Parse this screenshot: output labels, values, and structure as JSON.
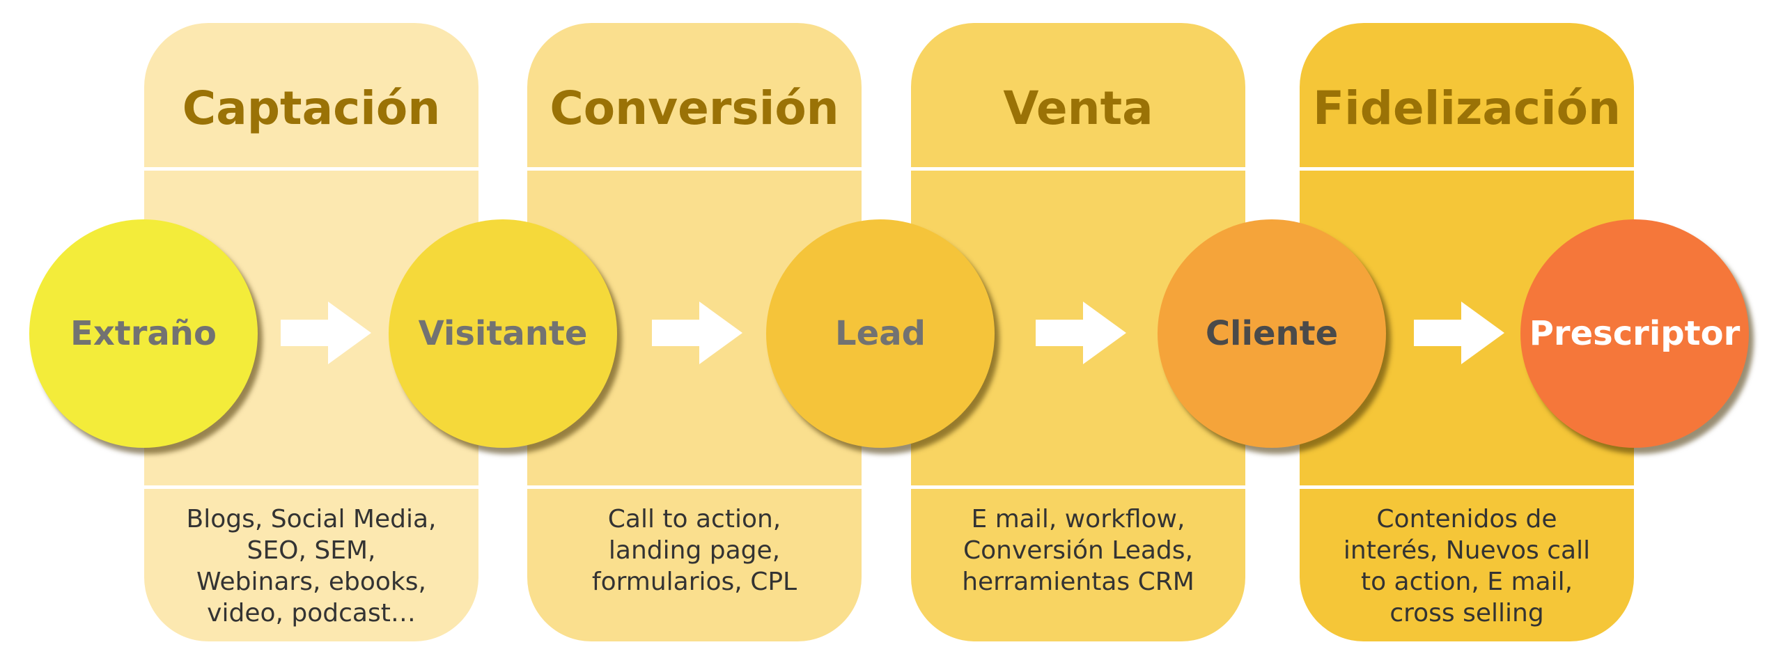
{
  "columns": [
    {
      "title": "Captación",
      "fill": "#fce8b0",
      "lines": [
        "Blogs, Social Media,",
        "SEO, SEM,",
        "Webinars, ebooks,",
        "video, podcast…"
      ]
    },
    {
      "title": "Conversión",
      "fill": "#fadf8e",
      "lines": [
        "Call to action,",
        "landing page,",
        "formularios, CPL"
      ]
    },
    {
      "title": "Venta",
      "fill": "#f8d462",
      "lines": [
        "E mail, workflow,",
        "Conversión Leads,",
        "herramientas CRM"
      ]
    },
    {
      "title": "Fidelización",
      "fill": "#f5c638",
      "lines": [
        "Contenidos de",
        "interés, Nuevos call",
        "to action, E mail,",
        "cross selling"
      ]
    }
  ],
  "stages": [
    {
      "label": "Extraño",
      "fill": "#f3ec3a",
      "text_color": "#727272"
    },
    {
      "label": "Visitante",
      "fill": "#f5d93a",
      "text_color": "#727272"
    },
    {
      "label": "Lead",
      "fill": "#f5c43a",
      "text_color": "#727272"
    },
    {
      "label": "Cliente",
      "fill": "#f5a43a",
      "text_color": "#4a4a4a"
    },
    {
      "label": "Prescriptor",
      "fill": "#f5773a",
      "text_color": "#ffffff"
    }
  ],
  "arrow_color": "#ffffff",
  "title_color": "#9a7206"
}
